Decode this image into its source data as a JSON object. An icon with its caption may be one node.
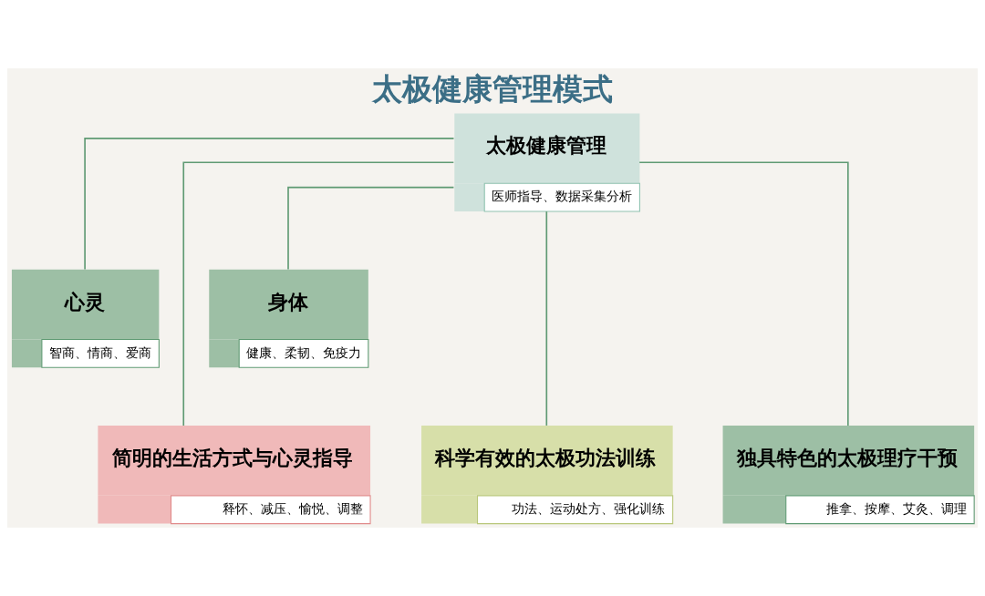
{
  "diagram": {
    "title": "太极健康管理模式",
    "nodes": [
      {
        "text": [
          "太极健康管理",
          "医师指导、数据采集分析"
        ]
      },
      {
        "text": [
          "心灵",
          "智商、情商、爱商"
        ]
      },
      {
        "text": [
          "身体",
          "健康、柔韧、免疫力"
        ]
      },
      {
        "text": [
          "简明的生活方式与心灵指导",
          "释怀、减压、愉悦、调整"
        ]
      },
      {
        "text": [
          "科学有效的太极功法训练",
          "功法、运动处方、强化训练"
        ]
      },
      {
        "text": [
          "独具特色的太极理疗干预",
          "推拿、按摩、艾灸、调理"
        ]
      }
    ],
    "edges": [
      {
        "from": 0,
        "to": 1,
        "arrow": "none"
      },
      {
        "from": 0,
        "to": 2,
        "arrow": "none"
      },
      {
        "from": 0,
        "to": 3,
        "arrow": "none"
      },
      {
        "from": 0,
        "to": 4,
        "arrow": "none"
      },
      {
        "from": 0,
        "to": 5,
        "arrow": "none"
      }
    ]
  }
}
